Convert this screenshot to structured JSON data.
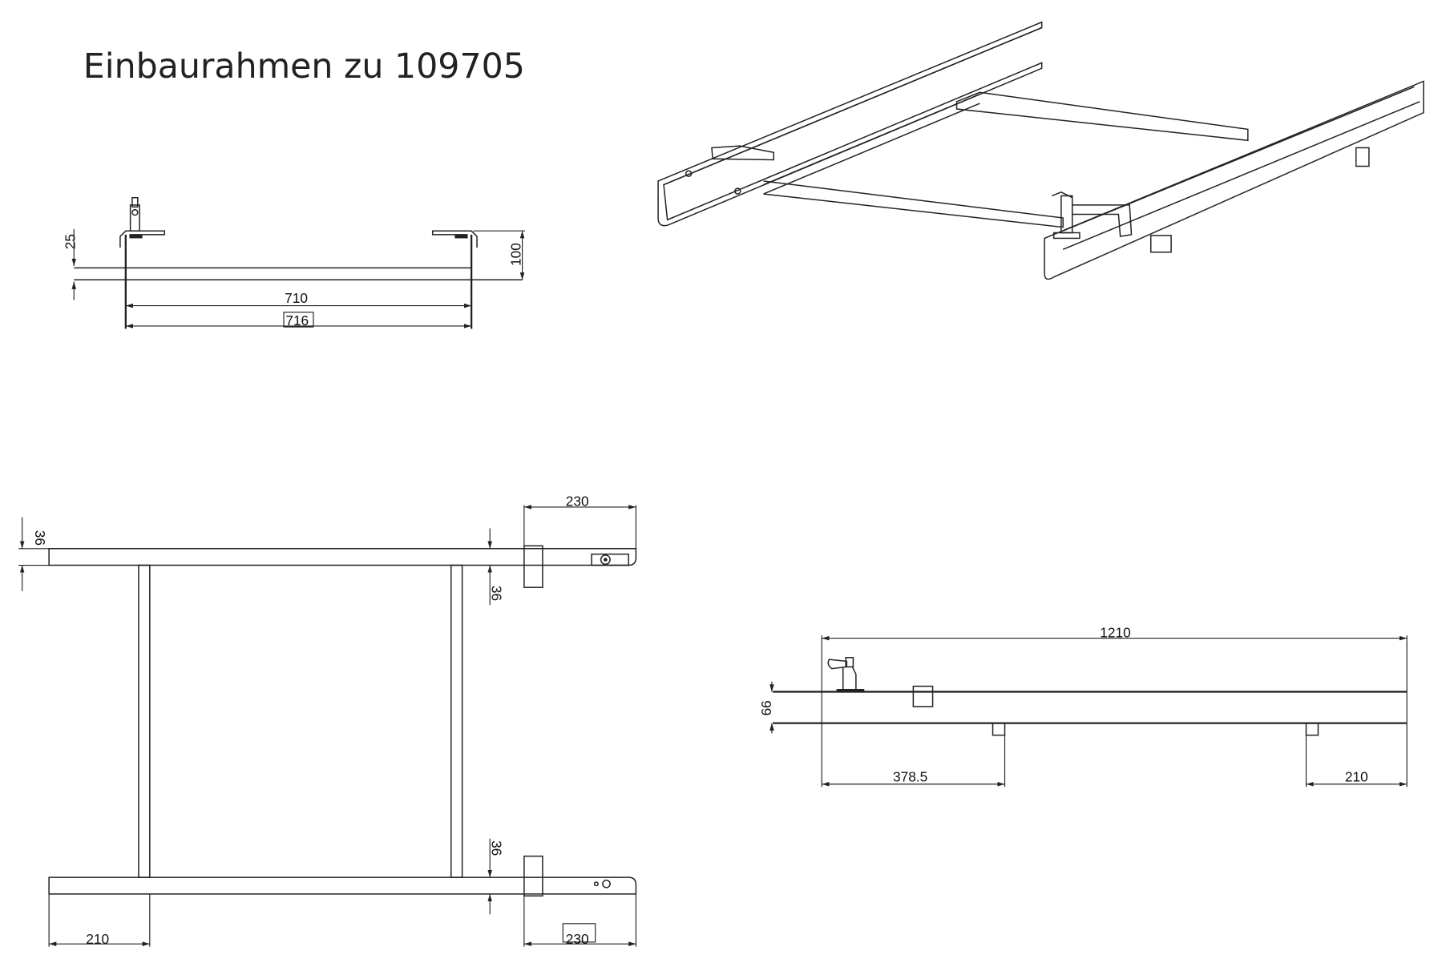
{
  "title": "Einbaurahmen zu 109705",
  "section_view": {
    "dim_flange": "25",
    "dim_height": "100",
    "dim_inner_width": "710",
    "dim_outer_width": "716"
  },
  "plan_view": {
    "dim_top_rail": "36",
    "dim_right_extension_top": "230",
    "dim_rail_mid": "36",
    "dim_rail_bottom": "36",
    "dim_crossbar_offset": "210",
    "dim_right_extension_bottom": "230"
  },
  "side_view": {
    "dim_length": "1210",
    "dim_height": "66",
    "dim_foot_left": "378.5",
    "dim_foot_right": "210"
  }
}
